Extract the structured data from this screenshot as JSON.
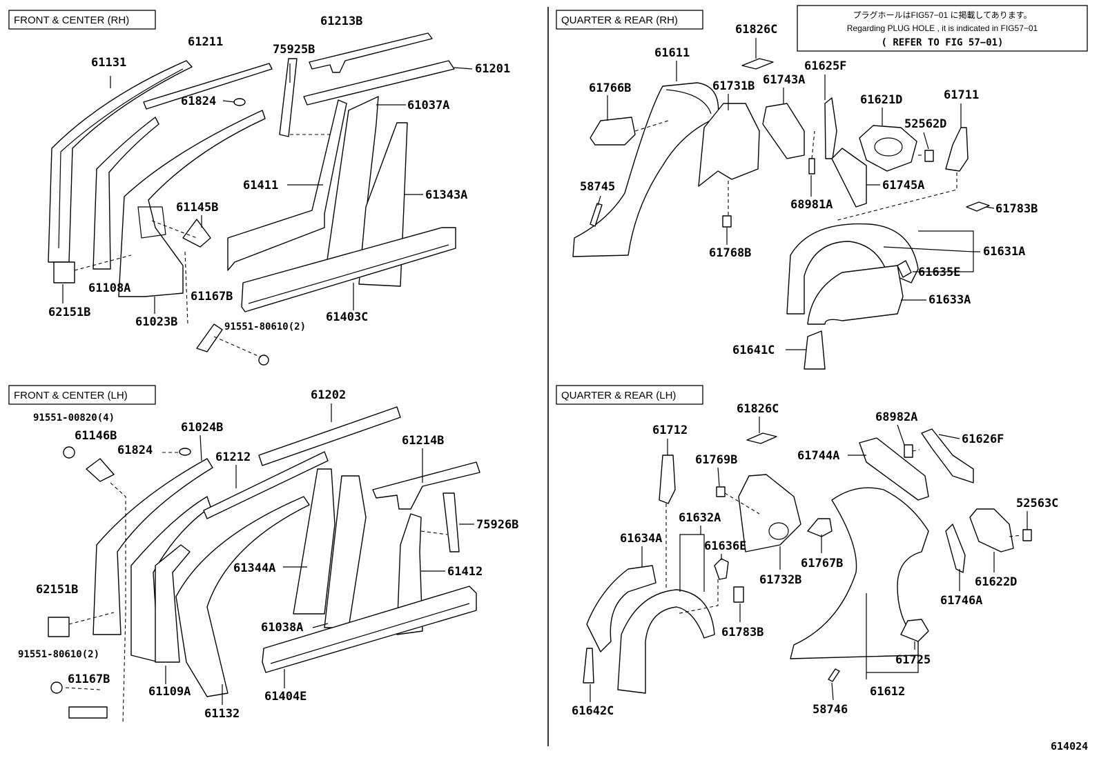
{
  "sections": {
    "fc_rh": "FRONT & CENTER (RH)",
    "fc_lh": "FRONT & CENTER (LH)",
    "qr_rh": "QUARTER & REAR (RH)",
    "qr_lh": "QUARTER & REAR (LH)"
  },
  "note": {
    "line1": "プラグホールはFIG57−01 に掲載してあります。",
    "line2": "Regarding  PLUG HOLE , it is indicated in FIG57−01",
    "line3": "( REFER TO FIG 57−01)"
  },
  "figure_number": "614024",
  "labels": {
    "fc_rh": [
      "61131",
      "61211",
      "61213B",
      "75925B",
      "61201",
      "61824",
      "61037A",
      "61411",
      "61343A",
      "61145B",
      "61108A",
      "62151B",
      "61023B",
      "61167B",
      "91551-80610(2)",
      "61403C"
    ],
    "fc_lh": [
      "61202",
      "91551-00820(4)",
      "61146B",
      "61024B",
      "61824",
      "61212",
      "61214B",
      "75926B",
      "62151B",
      "61344A",
      "61412",
      "91551-80610(2)",
      "61167B",
      "61038A",
      "61109A",
      "61132",
      "61404E"
    ],
    "qr_rh": [
      "61826C",
      "61611",
      "61766B",
      "61731B",
      "61743A",
      "61625F",
      "61621D",
      "61711",
      "52562D",
      "58745",
      "68981A",
      "61745A",
      "61783B",
      "61768B",
      "61631A",
      "61635E",
      "61633A",
      "61641C"
    ],
    "qr_lh": [
      "61826C",
      "61712",
      "68982A",
      "61769B",
      "61744A",
      "61626F",
      "61632A",
      "61634A",
      "61636E",
      "52563C",
      "61767B",
      "61732B",
      "61622D",
      "61746A",
      "61783B",
      "61725",
      "61642C",
      "58746",
      "61612"
    ]
  }
}
